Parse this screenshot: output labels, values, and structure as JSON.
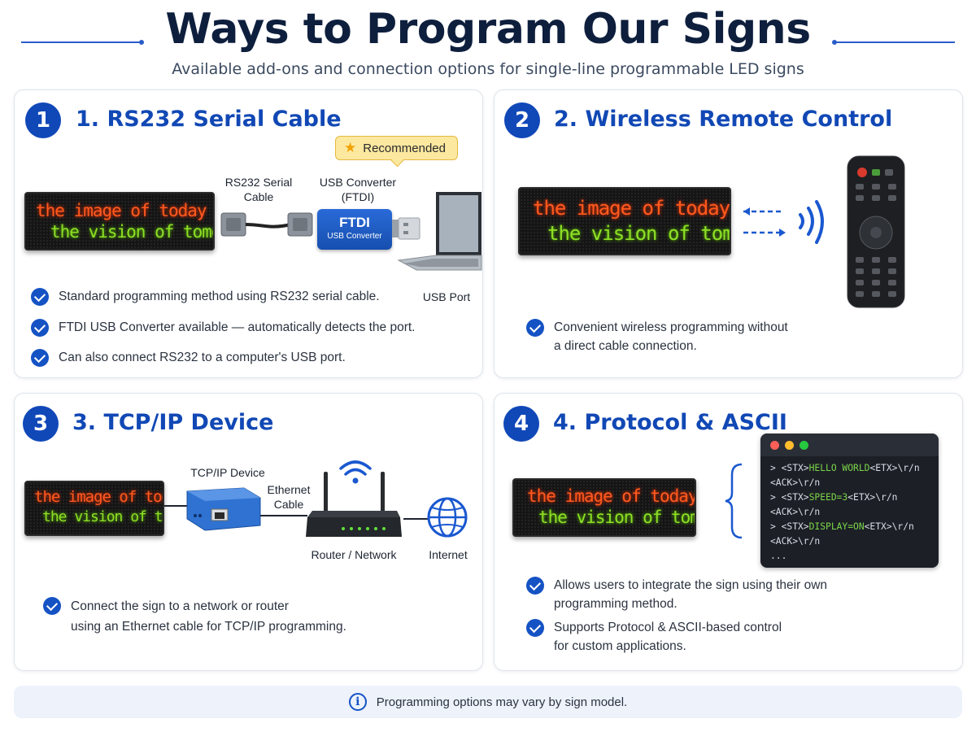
{
  "header": {
    "title": "Ways to Program Our Signs",
    "subtitle": "Available add-ons and connection options for single-line programmable LED signs"
  },
  "led_sign": {
    "line1": "the image of today",
    "line2": "the vision of tomorrow"
  },
  "cards": [
    {
      "number": "1",
      "title": "1. RS232 Serial Cable",
      "recommended": "Recommended",
      "labels": {
        "serial_cable": [
          "RS232 Serial",
          "Cable"
        ],
        "usb_converter": [
          "USB Converter",
          "(FTDI)"
        ],
        "usb_port": "USB Port"
      },
      "ftdi": {
        "name": "FTDI",
        "sub": "USB Converter"
      },
      "features": [
        "Standard programming method using RS232 serial cable.",
        "FTDI USB Converter available — automatically detects the port.",
        "Can also connect RS232 to a computer's USB port."
      ]
    },
    {
      "number": "2",
      "title": "2. Wireless Remote Control",
      "features": [
        [
          "Convenient wireless programming without",
          "a direct cable connection."
        ]
      ]
    },
    {
      "number": "3",
      "title": "3. TCP/IP Device",
      "labels": {
        "tcpip_device": "TCP/IP Device",
        "ethernet_cable": [
          "Ethernet",
          "Cable"
        ],
        "router": "Router / Network",
        "internet": "Internet"
      },
      "features": [
        [
          "Connect the sign to a network or router",
          "using an Ethernet cable for TCP/IP programming."
        ]
      ]
    },
    {
      "number": "4",
      "title": "4. Protocol & ASCII",
      "terminal": {
        "lines": [
          {
            "prefix": "> <STX>",
            "cmd": "HELLO WORLD",
            "suffix": "<ETX>\\r/n"
          },
          {
            "prefix": "<ACK>\\r/n",
            "cmd": "",
            "suffix": ""
          },
          {
            "prefix": "> <STX>",
            "cmd": "SPEED=3",
            "suffix": "<ETX>\\r/n"
          },
          {
            "prefix": "<ACK>\\r/n",
            "cmd": "",
            "suffix": ""
          },
          {
            "prefix": "> <STX>",
            "cmd": "DISPLAY=ON",
            "suffix": "<ETX>\\r/n"
          },
          {
            "prefix": "<ACK>\\r/n",
            "cmd": "",
            "suffix": ""
          },
          {
            "prefix": "...",
            "cmd": "",
            "suffix": ""
          }
        ]
      },
      "features": [
        [
          "Allows users to integrate the sign using their own",
          "programming method."
        ],
        [
          "Supports Protocol & ASCII-based control",
          "for custom applications."
        ]
      ]
    }
  ],
  "footer": {
    "note": "Programming options may vary by sign model.",
    "icon": "info-icon"
  },
  "colors": {
    "accent": "#1148b5",
    "led_red": "#ff5a1f",
    "led_green": "#8ee026",
    "badge": "#1048b8"
  }
}
